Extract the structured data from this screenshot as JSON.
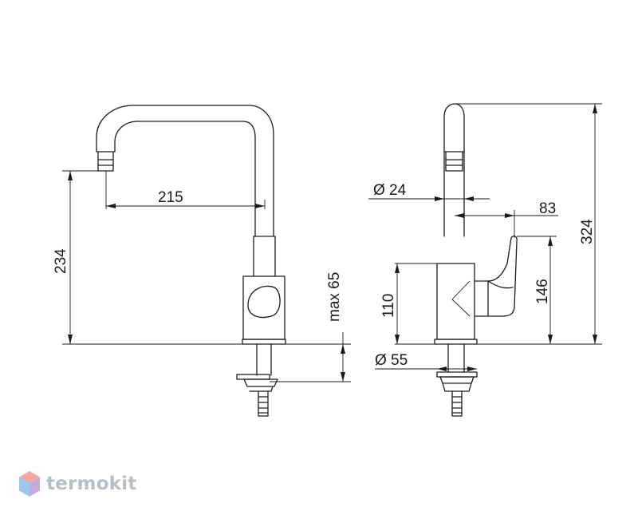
{
  "dimensions": {
    "spout_reach": "215",
    "spout_height": "234",
    "max_thickness": "max 65",
    "hose_diameter": "Ø 24",
    "lever_depth": "83",
    "total_height": "324",
    "body_height": "110",
    "lever_height": "146",
    "base_diameter": "Ø 55"
  },
  "brand": {
    "name": "termokit",
    "logo_colors": [
      "#f1a7a3",
      "#9ec6ee",
      "#c7a9e0"
    ]
  }
}
